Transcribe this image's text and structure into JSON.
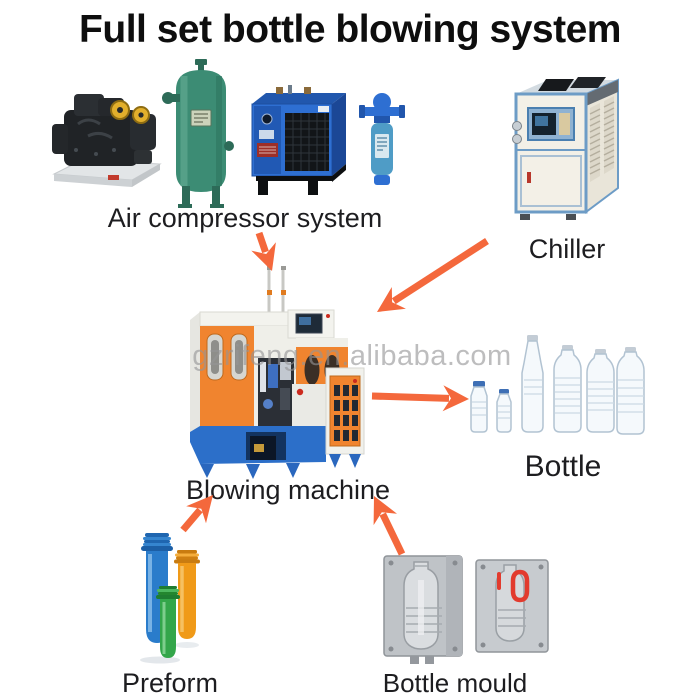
{
  "title": "Full set bottle blowing system",
  "watermark": "gzrifeng.en.alibaba.com",
  "colors": {
    "arrow": "#F4683C",
    "title_text": "#0E0E0E",
    "label_text": "#1D1D20",
    "watermark_text": "#949496",
    "machine_orange": "#F0842F",
    "machine_blue_base": "#2C6FC9",
    "tank_green": "#3C8C74",
    "dryer_blue": "#2E6FD2",
    "chiller_trim_blue": "#6D9CC6"
  },
  "nodes": {
    "air_compressor": {
      "label": "Air compressor system"
    },
    "chiller": {
      "label": "Chiller"
    },
    "blowing_machine": {
      "label": "Blowing machine"
    },
    "bottle": {
      "label": "Bottle"
    },
    "preform": {
      "label": "Preform"
    },
    "bottle_mould": {
      "label": "Bottle mould"
    }
  },
  "arrows": [
    {
      "name": "air-compressor-to-blowing-machine",
      "direction": "down"
    },
    {
      "name": "chiller-to-blowing-machine",
      "direction": "down-left"
    },
    {
      "name": "blowing-machine-to-bottle",
      "direction": "right"
    },
    {
      "name": "preform-to-blowing-machine",
      "direction": "up-right"
    },
    {
      "name": "bottle-mould-to-blowing-machine",
      "direction": "up-left"
    }
  ]
}
